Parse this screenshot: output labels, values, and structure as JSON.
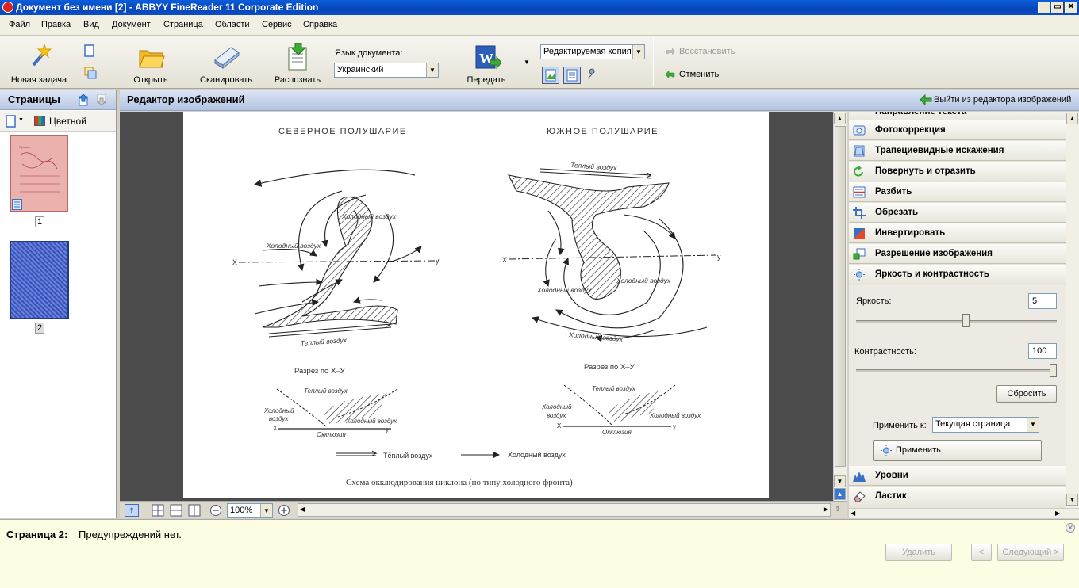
{
  "window": {
    "title": "Документ без имени [2] - ABBYY FineReader 11 Corporate Edition",
    "controls": [
      "_",
      "▭",
      "✕"
    ]
  },
  "menu": [
    "Файл",
    "Правка",
    "Вид",
    "Документ",
    "Страница",
    "Области",
    "Сервис",
    "Справка"
  ],
  "toolbar": {
    "new_task": "Новая задача",
    "open": "Открыть",
    "scan": "Сканировать",
    "recognize": "Распознать",
    "doc_lang_label": "Язык документа:",
    "doc_lang_value": "Украинский",
    "send": "Передать",
    "copy_mode_value": "Редактируемая копия",
    "restore": "Восстановить",
    "undo": "Отменить"
  },
  "pages_panel": {
    "title": "Страницы",
    "color_mode": "Цветной",
    "pages": [
      {
        "num": "1",
        "selected": false
      },
      {
        "num": "2",
        "selected": true
      }
    ]
  },
  "editor": {
    "title": "Редактор изображений",
    "exit": "Выйти из редактора изображений"
  },
  "diagram": {
    "north_title": "СЕВЕРНОЕ  ПОЛУШАРИЕ",
    "south_title": "ЮЖНОЕ  ПОЛУШАРИЕ",
    "warm_air": "Теплый воздух",
    "cold_air": "Холодный воздух",
    "x": "Х",
    "y": "у",
    "cold_air_l1": "Холодный",
    "cold_air_l2": "воздух",
    "occlusion": "Окклюзия",
    "section": "Разрез по Х–У",
    "legend_warm": "Тёплый воздух",
    "legend_cold": "Холодный воздух",
    "caption": "Схема окклюдирования циклона (по типу холодного фронта)"
  },
  "zoom": {
    "value": "100%"
  },
  "tools": {
    "partial_top": "Направление текста",
    "items_top": [
      {
        "label": "Фотокоррекция",
        "icon": "photo-correction-icon"
      },
      {
        "label": "Трапециевидные искажения",
        "icon": "trapezoid-icon"
      },
      {
        "label": "Повернуть и отразить",
        "icon": "rotate-icon"
      },
      {
        "label": "Разбить",
        "icon": "split-icon"
      },
      {
        "label": "Обрезать",
        "icon": "crop-icon"
      },
      {
        "label": "Инвертировать",
        "icon": "invert-icon"
      },
      {
        "label": "Разрешение изображения",
        "icon": "resolution-icon"
      },
      {
        "label": "Яркость и контрастность",
        "icon": "brightness-icon"
      }
    ],
    "brightness": {
      "label": "Яркость:",
      "value": "5",
      "level": 0.55
    },
    "contrast": {
      "label": "Контрастность:",
      "value": "100",
      "level": 1.0
    },
    "reset": "Сбросить",
    "apply_to_label": "Применить к:",
    "apply_to_value": "Текущая страница",
    "apply": "Применить",
    "items_bottom": [
      {
        "label": "Уровни",
        "icon": "levels-icon"
      },
      {
        "label": "Ластик",
        "icon": "eraser-icon"
      }
    ]
  },
  "status": {
    "page_label": "Страница 2:",
    "message": "Предупреждений нет.",
    "delete": "Удалить",
    "prev": "<",
    "next": "Следующий >"
  }
}
